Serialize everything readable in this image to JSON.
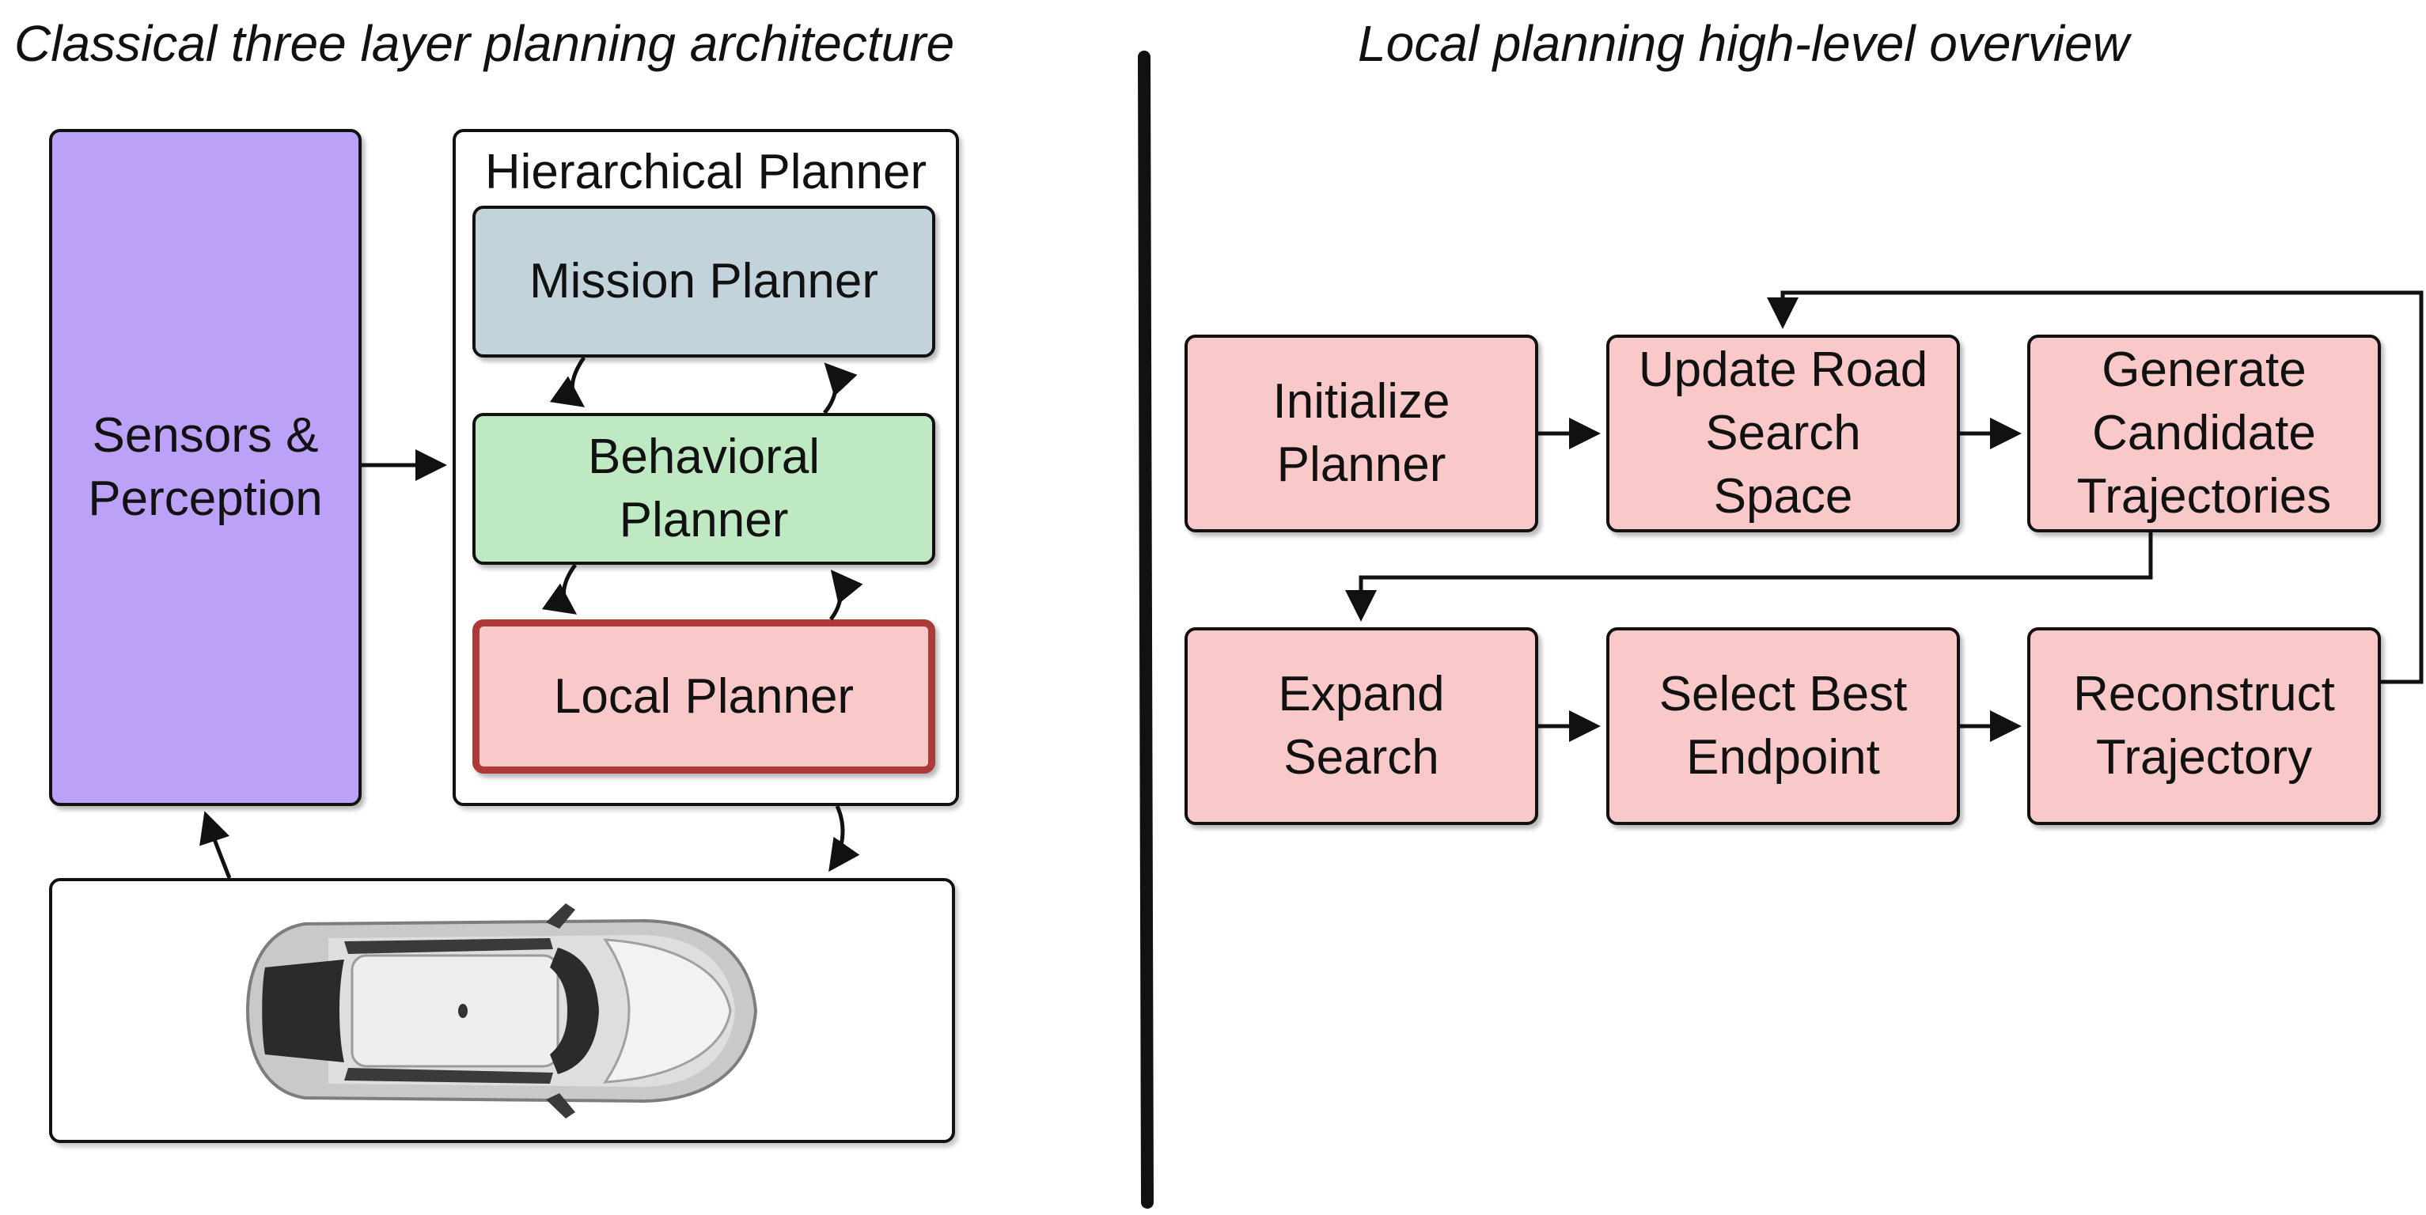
{
  "titles": {
    "left": "Classical three layer planning architecture",
    "right": "Local planning high-level overview"
  },
  "left_diagram": {
    "sensors_label": "Sensors &\nPerception",
    "container_label": "Hierarchical Planner",
    "mission_label": "Mission Planner",
    "behavioral_label": "Behavioral\nPlanner",
    "local_label": "Local Planner"
  },
  "right_flowchart": {
    "steps": [
      "Initialize\nPlanner",
      "Update Road\nSearch\nSpace",
      "Generate\nCandidate\nTrajectories",
      "Expand\nSearch",
      "Select Best\nEndpoint",
      "Reconstruct\nTrajectory"
    ]
  },
  "colors": {
    "sensors": "#bba1f8",
    "mission": "#c3d3dc",
    "behavioral": "#bfe9c2",
    "local": "#f9c9c9",
    "local_border": "#ad3a36",
    "steps": "#f9c9c9"
  }
}
